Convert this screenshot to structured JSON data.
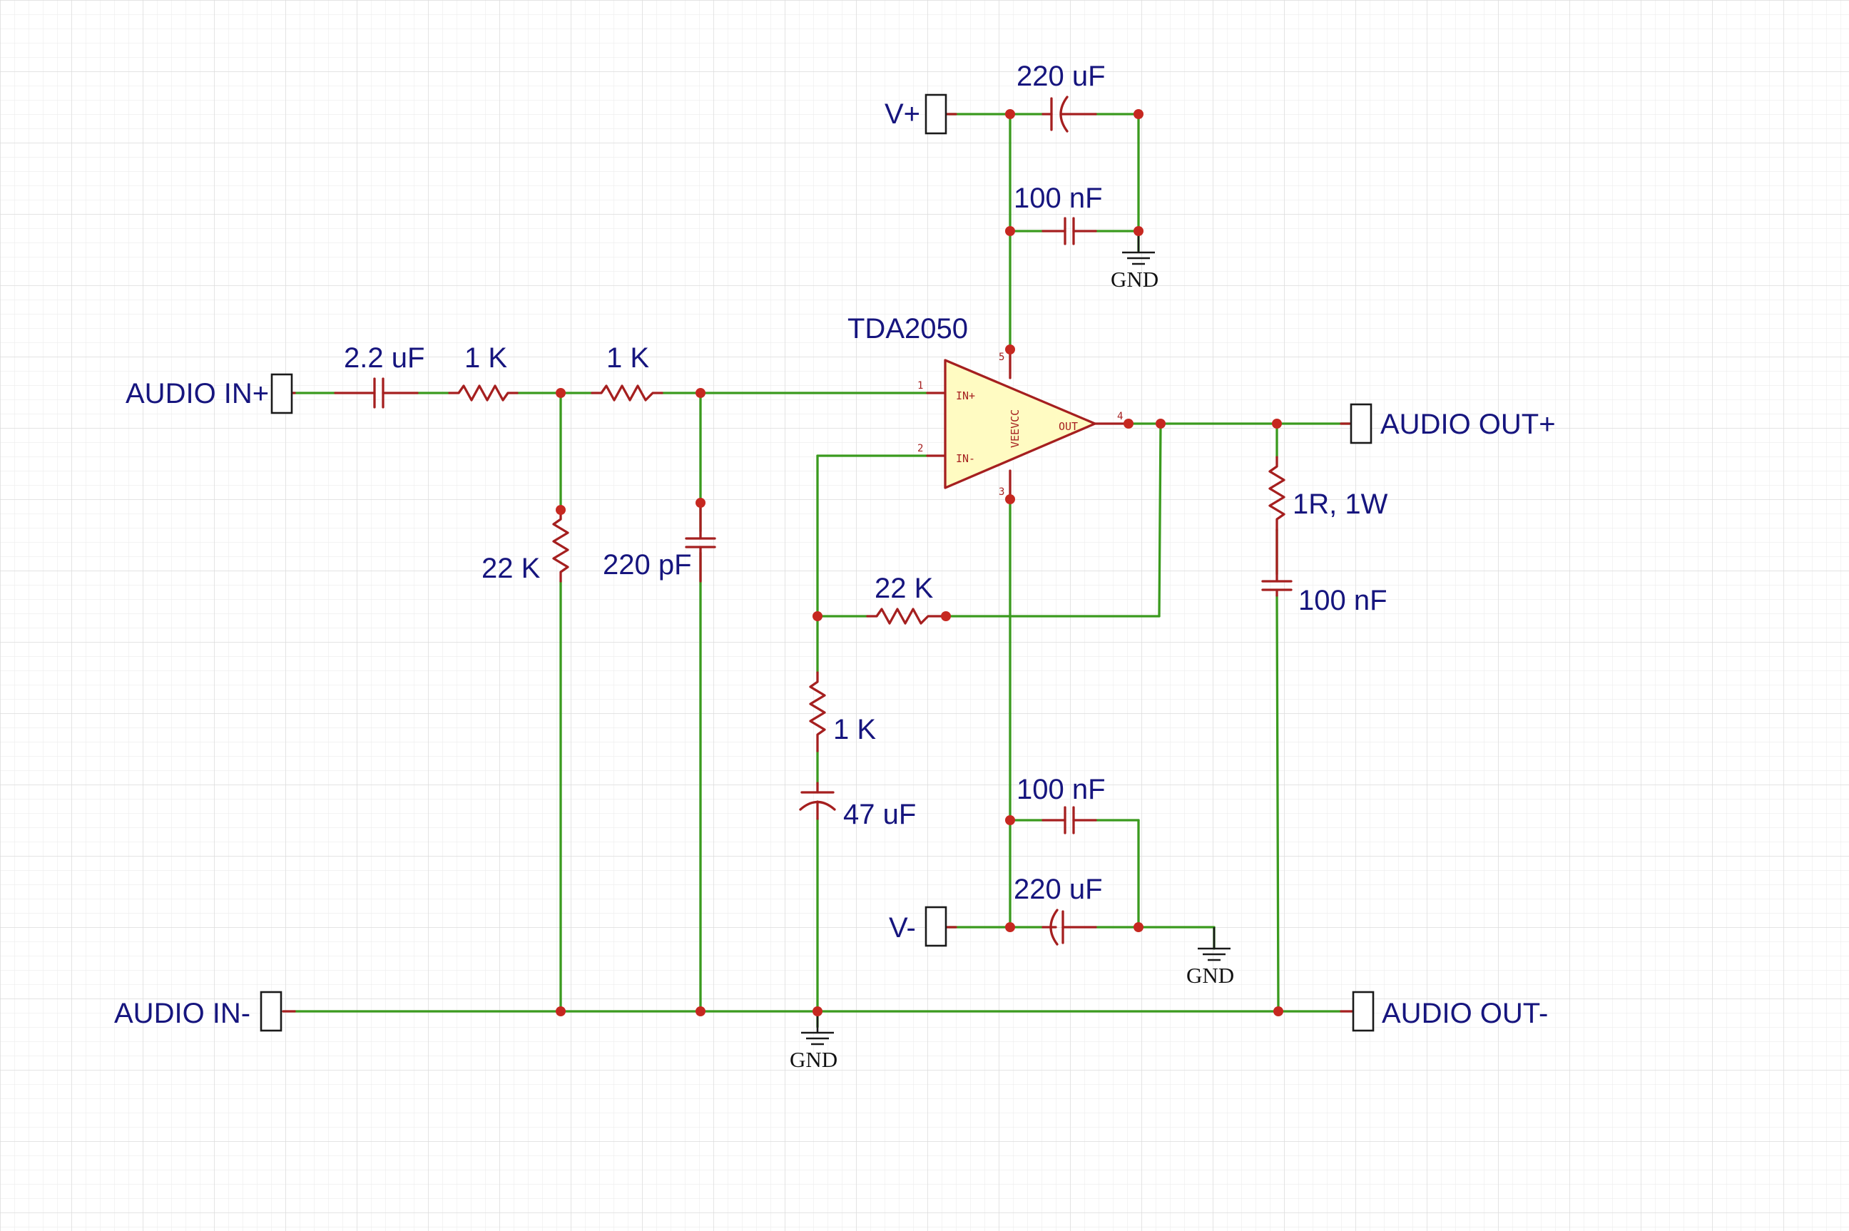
{
  "schematic": {
    "ic": {
      "name": "TDA2050",
      "pin_in_plus": "IN+",
      "pin_in_minus": "IN-",
      "pin_out": "OUT",
      "pin_supply": "VEEVCC",
      "pin_num_1": "1",
      "pin_num_2": "2",
      "pin_num_3": "3",
      "pin_num_4": "4",
      "pin_num_5": "5"
    },
    "connectors": {
      "audio_in_plus": "AUDIO IN+",
      "audio_in_minus": "AUDIO IN-",
      "audio_out_plus": "AUDIO OUT+",
      "audio_out_minus": "AUDIO OUT-",
      "v_plus": "V+",
      "v_minus": "V-"
    },
    "components": {
      "c_input": "2.2 uF",
      "r_input_1": "1 K",
      "r_input_2": "1 K",
      "r_bias": "22 K",
      "c_filter": "220 pF",
      "r_feedback": "22 K",
      "r_gain": "1 K",
      "c_gain": "47 uF",
      "c_vplus_bulk": "220 uF",
      "c_vplus_bypass": "100 nF",
      "c_vminus_bypass": "100 nF",
      "c_vminus_bulk": "220 uF",
      "r_zobel": "1R, 1W",
      "c_zobel": "100 nF"
    },
    "ground_label": "GND",
    "colors": {
      "wire": "#3a9a1e",
      "part": "#a51f1f",
      "junction": "#c62820",
      "label": "#16157e",
      "ic_fill": "#fffbc2",
      "grid": "#e4e4e4"
    }
  }
}
